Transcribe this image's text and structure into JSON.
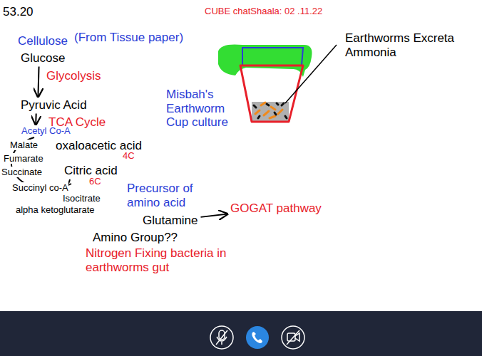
{
  "diagram": {
    "nodes": [
      {
        "text": [
          "Glucose"
        ]
      },
      {
        "text": [
          "Pyruvic Acid"
        ]
      },
      {
        "text": [
          "Acetyl Co-A"
        ]
      },
      {
        "text": [
          "Glutamine"
        ]
      },
      {
        "text": [
          "GOGAT pathway"
        ]
      }
    ],
    "edges": [
      {
        "from": 0,
        "to": 1,
        "arrow": "to"
      },
      {
        "from": 1,
        "to": 2,
        "arrow": "to"
      },
      {
        "from": 3,
        "to": 4,
        "arrow": "to"
      }
    ],
    "labels": [
      "53.20",
      "CUBE chatShaala: 02 .11.22",
      "Cellulose",
      "(From Tissue paper)",
      "Glycolysis",
      "TCA Cycle",
      "Malate",
      "Fumarate",
      "Succinate",
      "Succinyl co-A",
      "Isocitrate",
      "alpha ketoglutarate",
      "oxaloacetic acid",
      "4C",
      "Citric acid",
      "6C",
      "Misbah's Earthworm Cup culture",
      "Earthworms Excreta Ammonia",
      "Precursor of amino acid",
      "Amino Group??",
      "Nitrogen Fixing bacteria in earthworms gut"
    ]
  }
}
